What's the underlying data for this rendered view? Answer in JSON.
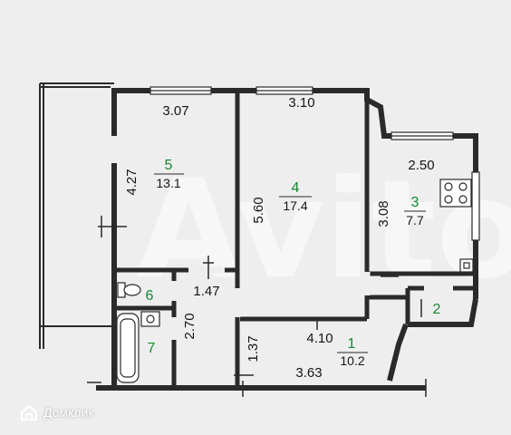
{
  "rooms": [
    {
      "id": "room-5",
      "number": "5",
      "area": "13.1"
    },
    {
      "id": "room-4",
      "number": "4",
      "area": "17.4"
    },
    {
      "id": "room-3",
      "number": "3",
      "area": "7.7"
    },
    {
      "id": "room-1",
      "number": "1",
      "area": "10.2"
    },
    {
      "id": "room-2",
      "number": "2"
    },
    {
      "id": "room-6",
      "number": "6"
    },
    {
      "id": "room-7",
      "number": "7"
    }
  ],
  "dimensions": {
    "room5_width": "3.07",
    "room5_height": "4.27",
    "room4_width": "3.10",
    "room4_height": "5.60",
    "room3_width": "2.50",
    "room3_height": "3.08",
    "room6_width": "1.47",
    "room7_height": "2.70",
    "corridor_width": "4.10",
    "corridor_lower": "1.37",
    "corridor_bottom": "3.63"
  },
  "watermark": "Avito",
  "logo": {
    "text": "Домклик",
    "icon": "house-icon"
  },
  "colors": {
    "wall": "#2a2a2a",
    "room_number": "#118a2f",
    "background": "#eeeeef",
    "window": "#ffffff"
  }
}
